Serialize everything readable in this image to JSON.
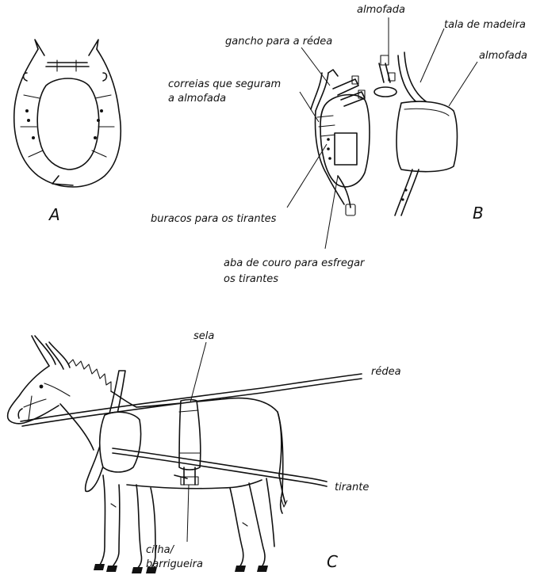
{
  "labels": {
    "almofada_top": "almofada",
    "tala": "tala de madeira",
    "almofada_right": "almofada",
    "gancho": "gancho para a rédea",
    "correias_1": "correias que seguram",
    "correias_2": "a almofada",
    "buracos": "buracos para os tirantes",
    "aba_1": "aba de couro para esfregar",
    "aba_2": "os tirantes",
    "sela": "sela",
    "redea": "rédea",
    "tirante": "tirante",
    "cilha_1": "cilha/",
    "cilha_2": "barrigueira"
  },
  "figures": {
    "a": "A",
    "b": "B",
    "c": "C"
  }
}
